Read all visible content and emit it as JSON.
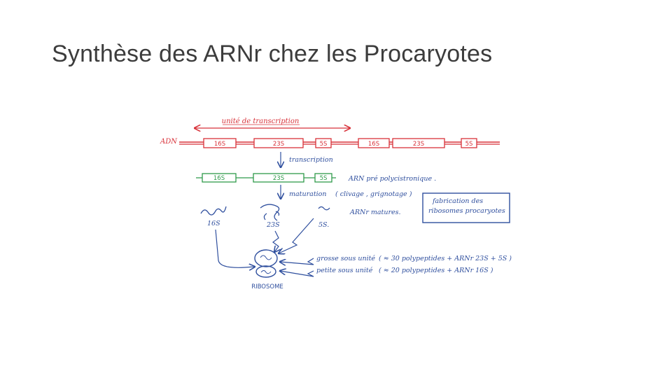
{
  "slide": {
    "title": "Synthèse des ARNr chez les Procaryotes"
  },
  "diagram": {
    "transcription_unit": "unité de transcription",
    "adn_label": "ADN",
    "dna_genes": [
      "16S",
      "23S",
      "5S",
      "16S",
      "23S",
      "5S"
    ],
    "transcription": "transcription",
    "precursor_genes": [
      "16S",
      "23S",
      "5S"
    ],
    "precursor_label": "ARN pré polycistronique .",
    "maturation": "maturation",
    "maturation_detail": "( clivage , grignotage )",
    "mature_rnas": [
      "16S",
      "23S",
      "5S."
    ],
    "mature_label": "ARNr matures.",
    "box_text": [
      "fabrication des",
      "ribosomes procaryotes"
    ],
    "large_subunit": "grosse sous unité",
    "large_subunit_detail": "( ≈ 30 polypeptides + ARNr 23S + 5S )",
    "small_subunit": "petite sous unité",
    "small_subunit_detail": "( ≈ 20 polypeptides + ARNr 16S )",
    "ribosome_label": "RIBOSOME",
    "colors": {
      "red": "#d8323a",
      "green": "#2f9a4a",
      "blue": "#2f4f9e",
      "title": "#3c3c3c"
    }
  }
}
